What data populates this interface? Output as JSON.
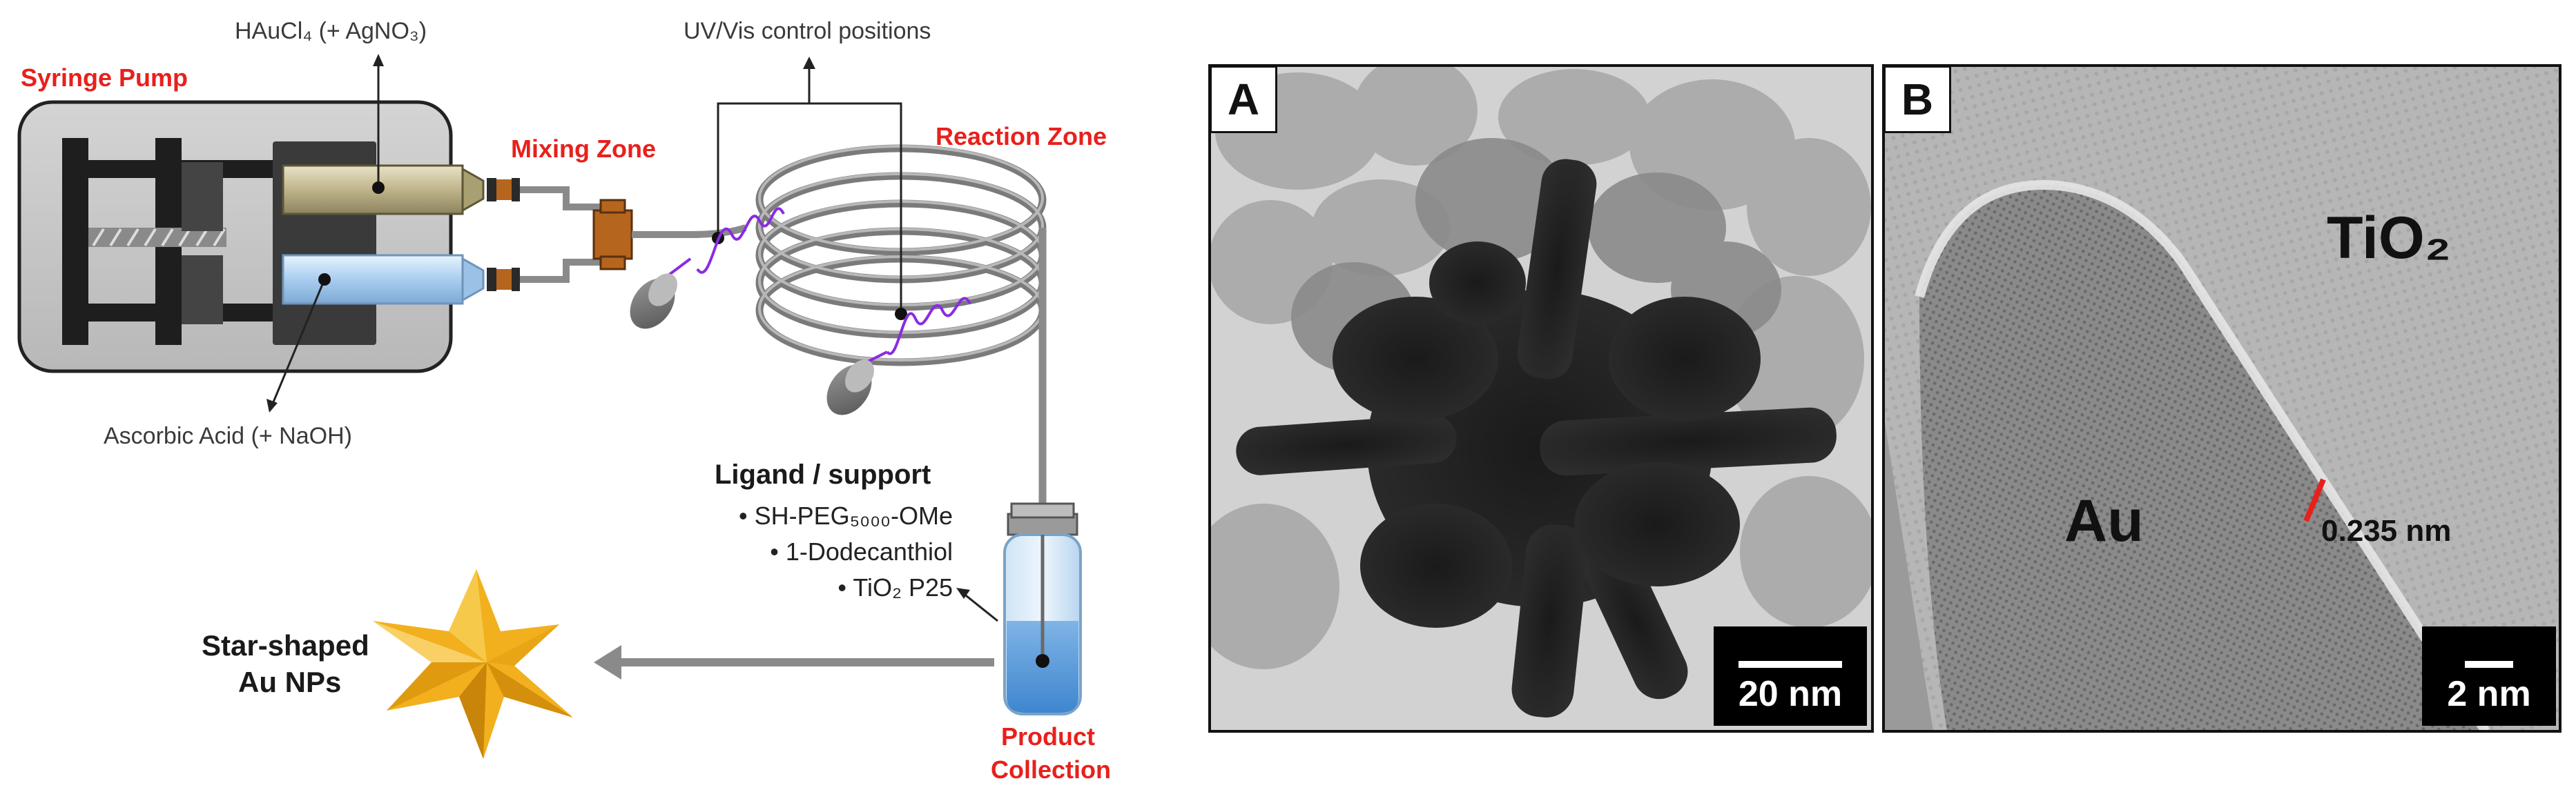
{
  "scheme": {
    "syringe_pump_label": "Syringe Pump",
    "reagent_top_label": "HAuCl₄ (+ AgNO₃)",
    "reagent_bottom_label": "Ascorbic Acid (+ NaOH)",
    "uv_label": "UV/Vis control positions",
    "mixing_zone_label": "Mixing  Zone",
    "reaction_zone_label": "Reaction  Zone",
    "ligand_title": "Ligand / support",
    "ligand_items": [
      "• SH-PEG₅₀₀₀-OMe",
      "• 1-Dodecanthiol",
      "• TiO₂ P25"
    ],
    "product_label_line1": "Product",
    "product_label_line2": "Collection",
    "star_label_line1": "Star-shaped",
    "star_label_line2": "Au NPs"
  },
  "micrographs": {
    "panel_a_letter": "A",
    "panel_a_scale": "20 nm",
    "panel_b_letter": "B",
    "panel_b_scale": "2 nm",
    "tio2_label": "TiO₂",
    "au_label": "Au",
    "lattice_label": "0.235 nm"
  },
  "colors": {
    "accent_red": "#e8201c",
    "star_gold": "#f2b01e",
    "vial_blue": "#7fb4e6",
    "coil_purple": "#8a2be2"
  }
}
